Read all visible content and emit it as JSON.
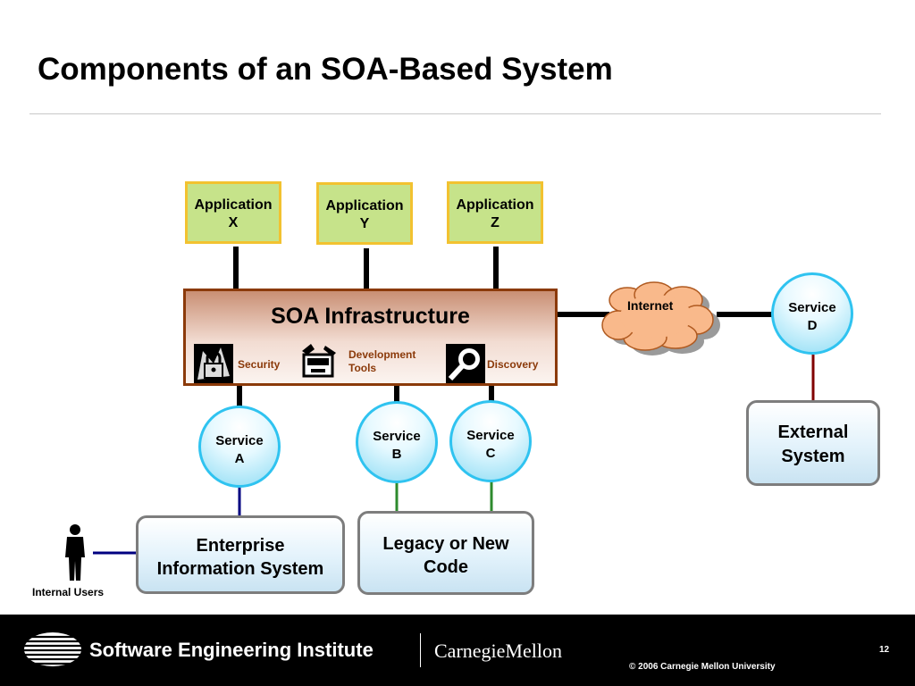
{
  "slide": {
    "title": "Components of an SOA-Based System"
  },
  "applications": [
    {
      "line1": "Application",
      "line2": "X"
    },
    {
      "line1": "Application",
      "line2": "Y"
    },
    {
      "line1": "Application",
      "line2": "Z"
    }
  ],
  "infrastructure": {
    "title": "SOA Infrastructure",
    "tools": [
      {
        "label": "Security",
        "icon": "security-lock-icon"
      },
      {
        "label_line1": "Development",
        "label_line2": "Tools",
        "icon": "development-tools-icon"
      },
      {
        "label": "Discovery",
        "icon": "discovery-magnifier-icon"
      }
    ]
  },
  "network": {
    "label": "Internet",
    "icon": "cloud-icon"
  },
  "services": [
    {
      "line1": "Service",
      "line2": "A"
    },
    {
      "line1": "Service",
      "line2": "B"
    },
    {
      "line1": "Service",
      "line2": "C"
    },
    {
      "line1": "Service",
      "line2": "D"
    }
  ],
  "systems": {
    "enterprise": {
      "line1": "Enterprise",
      "line2": "Information System"
    },
    "legacy": {
      "line1": "Legacy or New",
      "line2": "Code"
    },
    "external": {
      "line1": "External",
      "line2": "System"
    }
  },
  "users": {
    "label": "Internal Users",
    "icon": "person-icon"
  },
  "footer": {
    "institute": "Software Engineering Institute",
    "university": "CarnegieMellon",
    "page": "12",
    "copyright": "© 2006 Carnegie Mellon University",
    "logo_icon": "sei-logo-icon"
  },
  "colors": {
    "application_fill": "#c6e38a",
    "application_border": "#f2c230",
    "infrastructure_border": "#8b3a0a",
    "service_border": "#2fc3f0",
    "cloud_fill": "#f9b98b",
    "line_internal": "#000080",
    "line_legacy": "#2e8b2e",
    "line_external": "#800000"
  }
}
